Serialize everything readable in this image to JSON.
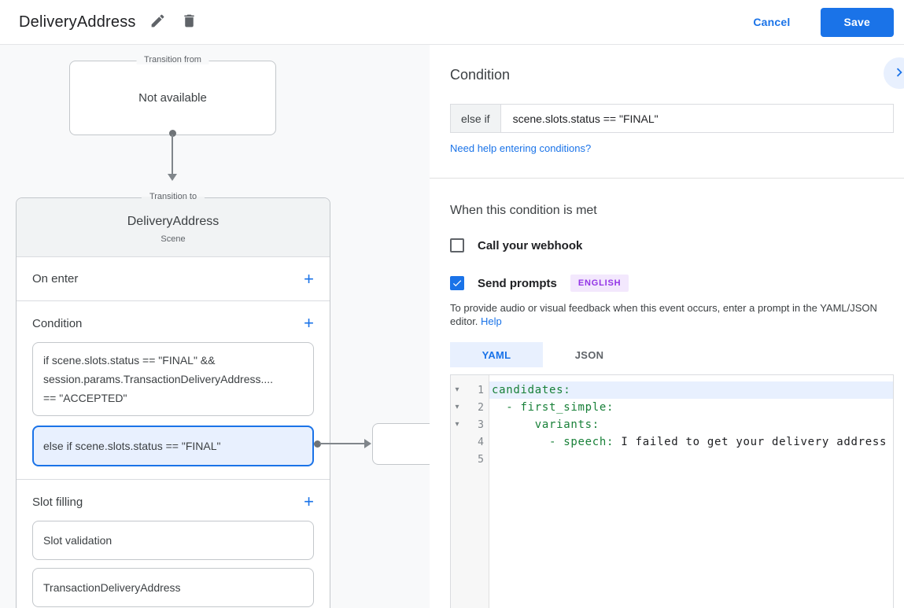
{
  "colors": {
    "accent_blue": "#1a73e8",
    "selection_blue": "#e8f0fe",
    "yaml_key_green": "#188038",
    "badge_purple": "#9334e6",
    "badge_purple_bg": "#f3e8fd"
  },
  "header": {
    "title": "DeliveryAddress",
    "cancel_label": "Cancel",
    "save_label": "Save"
  },
  "diagram": {
    "transition_from": {
      "label": "Transition from",
      "content": "Not available"
    },
    "scene_card": {
      "label": "Transition to",
      "title": "DeliveryAddress",
      "subtitle": "Scene",
      "on_enter_label": "On enter",
      "condition": {
        "label": "Condition",
        "items": [
          {
            "lines": [
              "if scene.slots.status == \"FINAL\" &&",
              "session.params.TransactionDeliveryAddress....",
              "== \"ACCEPTED\""
            ],
            "selected": false
          },
          {
            "lines": [
              "else if scene.slots.status == \"FINAL\""
            ],
            "selected": true
          }
        ]
      },
      "slot_filling": {
        "label": "Slot filling",
        "items": [
          "Slot validation",
          "TransactionDeliveryAddress"
        ]
      }
    }
  },
  "panel": {
    "title": "Condition",
    "expand_icon": "chevron-right",
    "condition_input": {
      "prefix": "else if",
      "value": "scene.slots.status == \"FINAL\""
    },
    "help_link": "Need help entering conditions?",
    "when_met": {
      "heading": "When this condition is met",
      "webhook": {
        "label": "Call your webhook",
        "checked": false
      },
      "prompts": {
        "label": "Send prompts",
        "checked": true,
        "badge": "ENGLISH"
      },
      "description": "To provide audio or visual feedback when this event occurs, enter a prompt in the YAML/JSON editor.",
      "description_help": "Help"
    },
    "editor": {
      "tabs": [
        {
          "label": "YAML",
          "active": true
        },
        {
          "label": "JSON",
          "active": false
        }
      ],
      "lines": [
        {
          "number": "1",
          "fold": true,
          "active": true,
          "segments": [
            {
              "text": "candidates:",
              "type": "key"
            }
          ]
        },
        {
          "number": "2",
          "fold": true,
          "active": false,
          "segments": [
            {
              "text": "  - first_simple:",
              "type": "key"
            }
          ]
        },
        {
          "number": "3",
          "fold": true,
          "active": false,
          "segments": [
            {
              "text": "      variants:",
              "type": "key"
            }
          ]
        },
        {
          "number": "4",
          "fold": false,
          "active": false,
          "segments": [
            {
              "text": "        - speech:",
              "type": "key"
            },
            {
              "text": " I failed to get your delivery address",
              "type": "plain"
            }
          ]
        },
        {
          "number": "5",
          "fold": false,
          "active": false,
          "segments": []
        }
      ]
    }
  }
}
